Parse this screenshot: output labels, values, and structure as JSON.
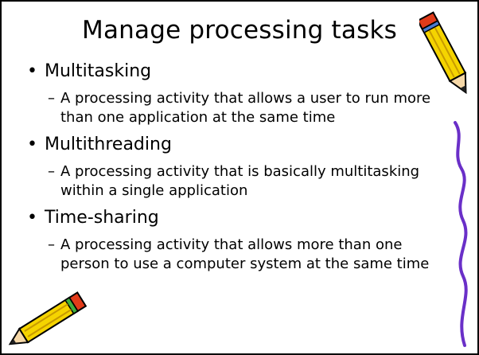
{
  "slide": {
    "title": "Manage processing tasks",
    "items": [
      {
        "bullet": "•",
        "heading": "Multitasking",
        "dash": "–",
        "detail": "A processing activity that allows a user to run more than one application at the same time"
      },
      {
        "bullet": "•",
        "heading": "Multithreading",
        "dash": "–",
        "detail": "A processing activity that is basically multitasking within a single application"
      },
      {
        "bullet": "•",
        "heading": "Time-sharing",
        "dash": "–",
        "detail": "A processing activity that allows more than one person to use a computer system at the same time"
      }
    ]
  },
  "icons": {
    "pencil_top": "pencil-icon",
    "pencil_bottom": "pencil-icon",
    "swirl": "purple-swirl-decoration"
  },
  "colors": {
    "pencil_yellow": "#f5d400",
    "pencil_red": "#e23b1a",
    "swirl_purple": "#6a2fc8",
    "background": "#ffffff"
  }
}
